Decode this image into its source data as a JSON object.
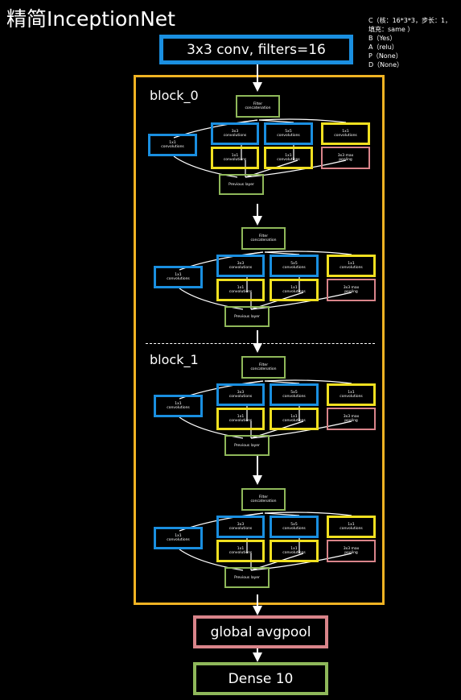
{
  "title": "精简InceptionNet",
  "legend": {
    "lines": [
      "C（核：16*3*3，步长：1，",
      "  填充：same ）",
      "B（Yes）",
      "A（relu）",
      "P（None）",
      "D（None）"
    ]
  },
  "top_conv": "3x3  conv, filters=16",
  "block_labels": [
    "block_0",
    "block_1"
  ],
  "module_text": {
    "filter_concat": "Filter\nconcatenation",
    "conv1x1_side": "1x1\nconvolutions",
    "conv3x3": "3x3\nconvolutions",
    "conv5x5": "5x5\nconvolutions",
    "conv1x1_right": "1x1\nconvolutions",
    "conv1x1_a": "1x1\nconvolutions",
    "conv1x1_b": "1x1\nconvolutions",
    "maxpool": "3x3 max\npooling",
    "previous": "Previous layer"
  },
  "avgpool": "global avgpool",
  "dense": "Dense 10",
  "colors": {
    "blue": "#1a8fe0",
    "yellow": "#f0e020",
    "green": "#8fb85a",
    "pink": "#d9848a",
    "orange": "#f0b323"
  }
}
